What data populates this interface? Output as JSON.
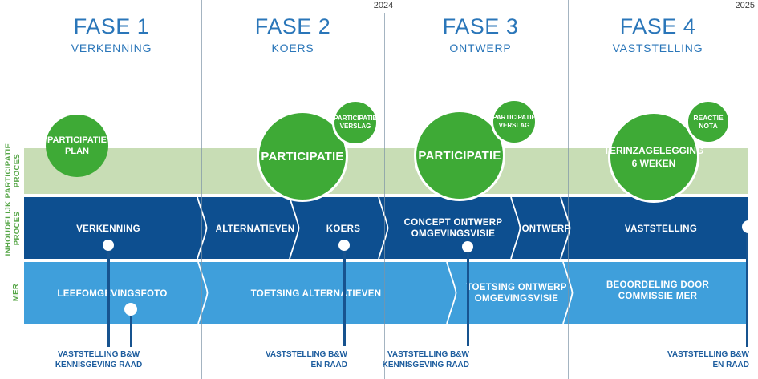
{
  "timeline": {
    "year_2024": "2024",
    "year_2025": "2025"
  },
  "phases": [
    {
      "title": "FASE 1",
      "subtitle": "VERKENNING"
    },
    {
      "title": "FASE 2",
      "subtitle": "KOERS"
    },
    {
      "title": "FASE 3",
      "subtitle": "ONTWERP"
    },
    {
      "title": "FASE 4",
      "subtitle": "VASTSTELLING"
    }
  ],
  "side_labels": {
    "participatie": {
      "line1": "PARTICIPATIE",
      "line2": "PROCES"
    },
    "inhoudelijk": {
      "line1": "INHOUDELIJK",
      "line2": "PROCES"
    },
    "mer": {
      "line1": "MER"
    }
  },
  "participatie_circles": {
    "plan": {
      "line1": "PARTICIPATIE",
      "line2": "PLAN"
    },
    "fase2_main": {
      "line1": "PARTICIPATIE"
    },
    "fase2_verslag": {
      "line1": "PARTICIPATIE",
      "line2": "VERSLAG"
    },
    "fase3_main": {
      "line1": "PARTICIPATIE"
    },
    "fase3_verslag": {
      "line1": "PARTICIPATIE",
      "line2": "VERSLAG"
    },
    "fase4_main": {
      "line1": "TERINZAGELEGGING",
      "line2": "6 WEKEN"
    },
    "fase4_reactie": {
      "line1": "REACTIE",
      "line2": "NOTA"
    }
  },
  "inhoudelijk_segments": [
    {
      "line1": "VERKENNING"
    },
    {
      "line1": "ALTERNATIEVEN"
    },
    {
      "line1": "KOERS"
    },
    {
      "line1": "CONCEPT ONTWERP",
      "line2": "OMGEVINGSVISIE"
    },
    {
      "line1": "ONTWERP"
    },
    {
      "line1": "VASTSTELLING"
    }
  ],
  "mer_segments": [
    {
      "line1": "LEEFOMGEVINGSFOTO"
    },
    {
      "line1": "TOETSING ALTERNATIEVEN"
    },
    {
      "line1": "TOETSING ONTWERP",
      "line2": "OMGEVINGSVISIE"
    },
    {
      "line1": "BEOORDELING DOOR",
      "line2": "COMMISSIE MER"
    }
  ],
  "annotations": [
    {
      "line1": "VASTSTELLING B&W",
      "line2": "KENNISGEVING RAAD"
    },
    {
      "line1": "VASTSTELLING B&W",
      "line2": "EN RAAD"
    },
    {
      "line1": "VASTSTELLING B&W",
      "line2": "KENNISGEVING RAAD"
    },
    {
      "line1": "VASTSTELLING B&W",
      "line2": "EN RAAD"
    }
  ],
  "colors": {
    "phase_title_blue": "#2a76b9",
    "band_green": "#c8ddb5",
    "band_dark_blue": "#0d4f90",
    "band_light_blue": "#3f9fdb",
    "circle_green": "#3eaa36",
    "side_label_green": "#55a546",
    "annotation_blue": "#1d5d9e",
    "year_gray": "#3d3d3d"
  }
}
